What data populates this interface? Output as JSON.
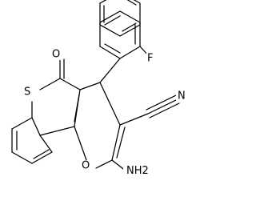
{
  "molecule": {
    "atoms": {
      "fluorine": "F",
      "nitrile_nitrogen": "N",
      "carbonyl_oxygen": "O",
      "sulfur": "S",
      "pyran_oxygen": "O",
      "amino": "NH2"
    }
  }
}
